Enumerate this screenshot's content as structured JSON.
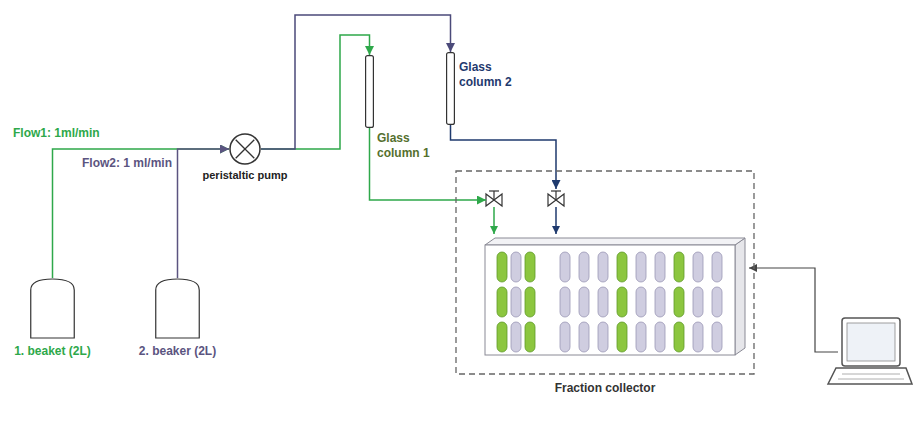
{
  "diagram": {
    "nodes": [
      {
        "text": [
          "1. beaket (2L)"
        ]
      },
      {
        "text": [
          "2. beaker (2L)"
        ]
      },
      {
        "text": [
          "peristaltic pump"
        ]
      },
      {
        "text": [
          "Glass column 1"
        ]
      },
      {
        "text": [
          "Glass column 2"
        ]
      },
      {
        "text": [
          "Fraction collector"
        ]
      }
    ],
    "edges": [
      {
        "from": 0,
        "to": 2,
        "arrow": "to",
        "label": "Flow1: 1ml/min"
      },
      {
        "from": 1,
        "to": 2,
        "arrow": "to",
        "label": "Flow2: 1 ml/min"
      },
      {
        "from": 2,
        "to": 3,
        "arrow": "to"
      },
      {
        "from": 2,
        "to": 4,
        "arrow": "to"
      },
      {
        "from": 3,
        "to": 5,
        "arrow": "to"
      },
      {
        "from": 4,
        "to": 5,
        "arrow": "to"
      }
    ]
  }
}
